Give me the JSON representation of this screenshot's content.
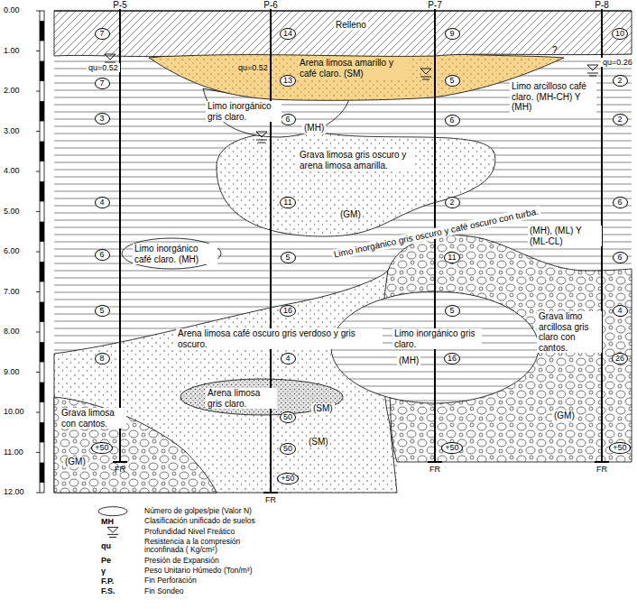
{
  "diagram": {
    "labels": [
      "0.00",
      "1.00",
      "2.00",
      "3.00",
      "4.00",
      "5.00",
      "6.00",
      "7.00",
      "8.00",
      "9.00",
      "10.00",
      "11.00",
      "12.00",
      "P-5",
      "P-6",
      "P-7",
      "P-8",
      "7",
      "7",
      "3",
      "4",
      "6",
      "5",
      "8",
      "+50",
      "14",
      "13",
      "6",
      "11",
      "5",
      "16",
      "4",
      "50",
      "50",
      "+50",
      "9",
      "5",
      "6",
      "2",
      "11",
      "5",
      "16",
      "+50",
      "10",
      "2",
      "2",
      "6",
      "6",
      "4",
      "26",
      "+50",
      "Relleno",
      "Arena limosa amarillo y café claro. (SM)",
      "Limo inorgánico gris claro.",
      "(MH)",
      "Limo arcilloso café claro. (MH-CH) Y (MH)",
      "Grava limosa gris oscuro y arena limosa amarilla.",
      "(GM)",
      "Limo inorgánico gris oscuro y café oscuro con turba.",
      "(MH), (ML) Y (ML-CL)",
      "Limo inorgánico café claro. (MH)",
      "Arena limosa café oscuro gris verdoso y gris oscuro.",
      "Arena limosa gris claro.",
      "(SM)",
      "(SM)",
      "Grava limosa con cantos.",
      "(GM)",
      "Limo inorgánico gris claro.",
      "(MH)",
      "Grava limo arcillosa gris claro con cantos.",
      "(GM)",
      "qu=0.52",
      "qu=0.52",
      "qu=0.26",
      "?",
      "FR",
      "FR",
      "FR",
      "FR",
      "MH",
      "qu",
      "Pe",
      "γ",
      "F.P.",
      "F.S."
    ],
    "legend": [
      {
        "text": "Número de golpes/pie (Valor N)"
      },
      {
        "text": "Clasificación unificado de suelos"
      },
      {
        "text": "Profundidad Nivel Freático"
      },
      {
        "text": "Resistencia a la compresión inconfinada ( Kg/cm²)"
      },
      {
        "text": "Presión de Expansión"
      },
      {
        "text": "Peso Unitario Húmedo (Ton/m³)"
      },
      {
        "text": "Fin Perforación"
      },
      {
        "text": "Fin Sondeo"
      }
    ]
  }
}
